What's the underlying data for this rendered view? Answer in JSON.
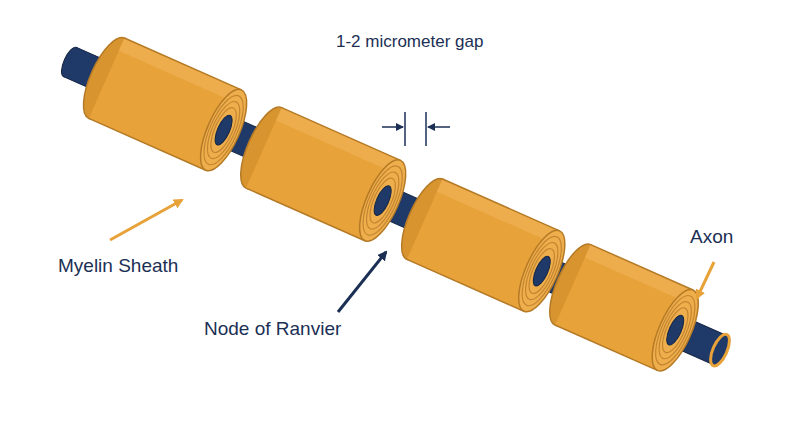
{
  "diagram": {
    "labels": [
      "1-2 micrometer gap",
      "Myelin Sheath",
      "Node of Ranvier",
      "Axon"
    ]
  }
}
